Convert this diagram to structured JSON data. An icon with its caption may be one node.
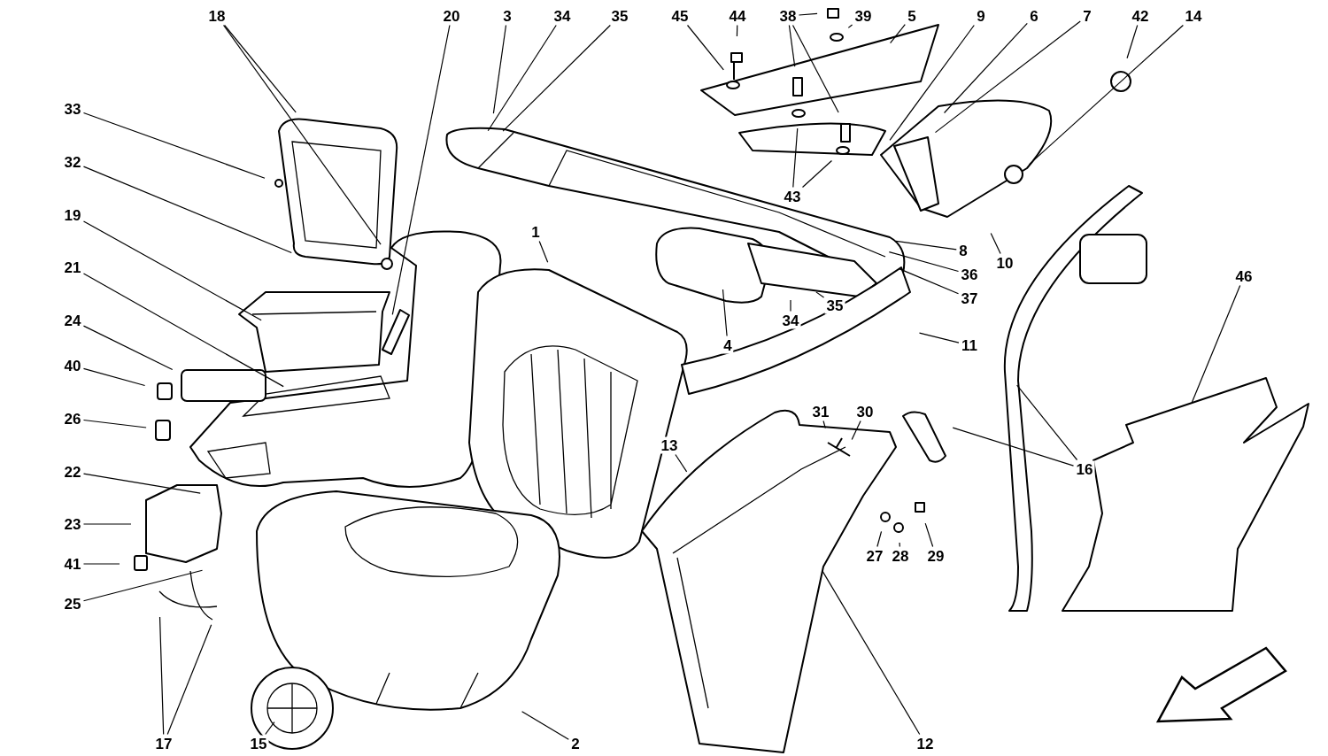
{
  "diagram": {
    "nodes": [
      {
        "text": [
          "18"
        ]
      },
      {
        "text": [
          "20"
        ]
      },
      {
        "text": [
          "3"
        ]
      },
      {
        "text": [
          "34"
        ]
      },
      {
        "text": [
          "35"
        ]
      },
      {
        "text": [
          "45"
        ]
      },
      {
        "text": [
          "44"
        ]
      },
      {
        "text": [
          "38"
        ]
      },
      {
        "text": [
          "39"
        ]
      },
      {
        "text": [
          "5"
        ]
      },
      {
        "text": [
          "9"
        ]
      },
      {
        "text": [
          "6"
        ]
      },
      {
        "text": [
          "7"
        ]
      },
      {
        "text": [
          "42"
        ]
      },
      {
        "text": [
          "14"
        ]
      },
      {
        "text": [
          "33"
        ]
      },
      {
        "text": [
          "32"
        ]
      },
      {
        "text": [
          "19"
        ]
      },
      {
        "text": [
          "21"
        ]
      },
      {
        "text": [
          "24"
        ]
      },
      {
        "text": [
          "40"
        ]
      },
      {
        "text": [
          "26"
        ]
      },
      {
        "text": [
          "43"
        ]
      },
      {
        "text": [
          "1"
        ]
      },
      {
        "text": [
          "8"
        ]
      },
      {
        "text": [
          "10"
        ]
      },
      {
        "text": [
          "36"
        ]
      },
      {
        "text": [
          "46"
        ]
      },
      {
        "text": [
          "37"
        ]
      },
      {
        "text": [
          "34"
        ]
      },
      {
        "text": [
          "35"
        ]
      },
      {
        "text": [
          "4"
        ]
      },
      {
        "text": [
          "11"
        ]
      },
      {
        "text": [
          "31"
        ]
      },
      {
        "text": [
          "30"
        ]
      },
      {
        "text": [
          "13"
        ]
      },
      {
        "text": [
          "16"
        ]
      },
      {
        "text": [
          "22"
        ]
      },
      {
        "text": [
          "23"
        ]
      },
      {
        "text": [
          "27"
        ]
      },
      {
        "text": [
          "28"
        ]
      },
      {
        "text": [
          "29"
        ]
      },
      {
        "text": [
          "41"
        ]
      },
      {
        "text": [
          "25"
        ]
      },
      {
        "text": [
          "17"
        ]
      },
      {
        "text": [
          "15"
        ]
      },
      {
        "text": [
          "2"
        ]
      },
      {
        "text": [
          "12"
        ]
      }
    ],
    "edges": [
      {
        "from": 0,
        "to": null,
        "arrow": "none"
      },
      {
        "from": 0,
        "to": null,
        "arrow": "none"
      },
      {
        "from": 1,
        "to": null,
        "arrow": "none"
      },
      {
        "from": 2,
        "to": null,
        "arrow": "none"
      },
      {
        "from": 3,
        "to": null,
        "arrow": "none"
      },
      {
        "from": 4,
        "to": null,
        "arrow": "none"
      },
      {
        "from": 5,
        "to": null,
        "arrow": "none"
      },
      {
        "from": 6,
        "to": null,
        "arrow": "none"
      },
      {
        "from": 7,
        "to": null,
        "arrow": "none"
      },
      {
        "from": 7,
        "to": null,
        "arrow": "none"
      },
      {
        "from": 7,
        "to": null,
        "arrow": "none"
      },
      {
        "from": 8,
        "to": null,
        "arrow": "none"
      },
      {
        "from": 9,
        "to": null,
        "arrow": "none"
      },
      {
        "from": 10,
        "to": null,
        "arrow": "none"
      },
      {
        "from": 11,
        "to": null,
        "arrow": "none"
      },
      {
        "from": 12,
        "to": null,
        "arrow": "none"
      },
      {
        "from": 13,
        "to": null,
        "arrow": "none"
      },
      {
        "from": 14,
        "to": null,
        "arrow": "none"
      },
      {
        "from": 15,
        "to": null,
        "arrow": "none"
      },
      {
        "from": 16,
        "to": null,
        "arrow": "none"
      },
      {
        "from": 17,
        "to": null,
        "arrow": "none"
      },
      {
        "from": 18,
        "to": null,
        "arrow": "none"
      },
      {
        "from": 19,
        "to": null,
        "arrow": "none"
      },
      {
        "from": 20,
        "to": null,
        "arrow": "none"
      },
      {
        "from": 21,
        "to": null,
        "arrow": "none"
      },
      {
        "from": 22,
        "to": null,
        "arrow": "none"
      },
      {
        "from": 22,
        "to": null,
        "arrow": "none"
      },
      {
        "from": 23,
        "to": null,
        "arrow": "none"
      },
      {
        "from": 24,
        "to": null,
        "arrow": "none"
      },
      {
        "from": 25,
        "to": null,
        "arrow": "none"
      },
      {
        "from": 26,
        "to": null,
        "arrow": "none"
      },
      {
        "from": 27,
        "to": null,
        "arrow": "none"
      },
      {
        "from": 28,
        "to": null,
        "arrow": "none"
      },
      {
        "from": 29,
        "to": null,
        "arrow": "none"
      },
      {
        "from": 30,
        "to": null,
        "arrow": "none"
      },
      {
        "from": 31,
        "to": null,
        "arrow": "none"
      },
      {
        "from": 32,
        "to": null,
        "arrow": "none"
      },
      {
        "from": 33,
        "to": null,
        "arrow": "none"
      },
      {
        "from": 34,
        "to": null,
        "arrow": "none"
      },
      {
        "from": 35,
        "to": null,
        "arrow": "none"
      },
      {
        "from": 36,
        "to": null,
        "arrow": "none"
      },
      {
        "from": 36,
        "to": null,
        "arrow": "none"
      },
      {
        "from": 37,
        "to": null,
        "arrow": "none"
      },
      {
        "from": 38,
        "to": null,
        "arrow": "none"
      },
      {
        "from": 39,
        "to": null,
        "arrow": "none"
      },
      {
        "from": 40,
        "to": null,
        "arrow": "none"
      },
      {
        "from": 41,
        "to": null,
        "arrow": "none"
      },
      {
        "from": 42,
        "to": null,
        "arrow": "none"
      },
      {
        "from": 43,
        "to": null,
        "arrow": "none"
      },
      {
        "from": 44,
        "to": null,
        "arrow": "none"
      },
      {
        "from": 44,
        "to": null,
        "arrow": "none"
      },
      {
        "from": 45,
        "to": null,
        "arrow": "none"
      },
      {
        "from": 46,
        "to": null,
        "arrow": "none"
      },
      {
        "from": 47,
        "to": null,
        "arrow": "none"
      }
    ]
  }
}
